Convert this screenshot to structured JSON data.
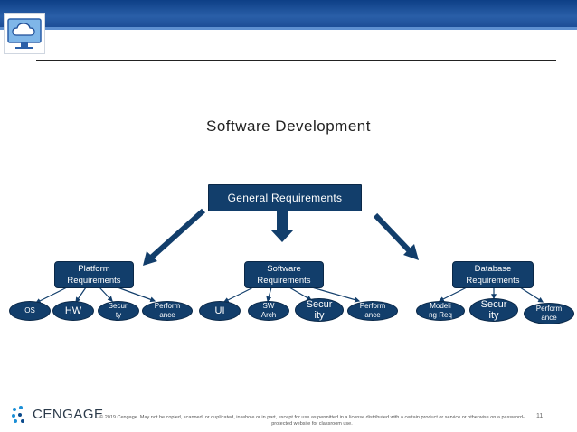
{
  "title": "Software  Development",
  "root": "General  Requirements",
  "branches": [
    {
      "label": [
        "Platform",
        "Requirements"
      ],
      "leaves": [
        [
          "OS"
        ],
        [
          "HW"
        ],
        [
          "Securi",
          "ty"
        ],
        [
          "Perform",
          "ance"
        ]
      ]
    },
    {
      "label": [
        "Software",
        "Requirements"
      ],
      "leaves": [
        [
          "UI"
        ],
        [
          "SW",
          "Arch"
        ],
        [
          "Secur",
          "ity"
        ],
        [
          "Perform",
          "ance"
        ]
      ]
    },
    {
      "label": [
        "Database",
        "Requirements"
      ],
      "leaves": [
        [
          "Modeli",
          "ng Req"
        ],
        [
          "Secur",
          "ity"
        ],
        [
          "Perform",
          "ance"
        ]
      ]
    }
  ],
  "footer": {
    "brand": "CENGAGE",
    "copyright": "© 2019 Cengage. May not be copied, scanned, or duplicated, in whole or in part, except for use as permitted in a license distributed with a certain product or service or otherwise on a password-protected website for classroom use.",
    "page": "11"
  },
  "icons": [
    "cloud-monitor-icon",
    "cengage-logo-icon",
    "down-left-arrow-icon",
    "down-arrow-icon",
    "down-right-arrow-icon"
  ],
  "colors": {
    "node_fill": "#123e6b",
    "header_bar": "#1d4d97",
    "arrow": "#123e6b"
  }
}
